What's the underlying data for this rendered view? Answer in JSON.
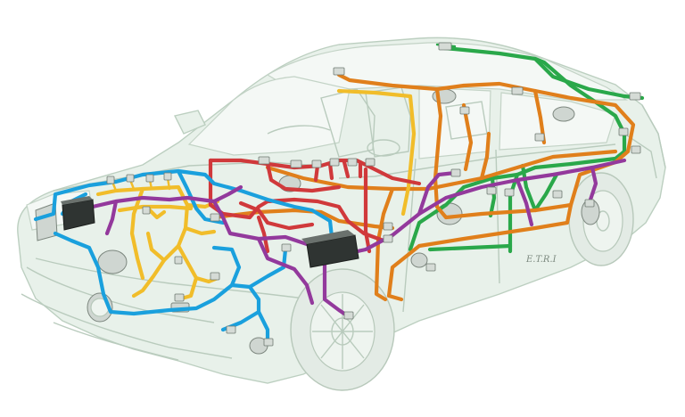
{
  "diagram": {
    "signature_text": "E.T.R.I",
    "colors": {
      "background": "#ffffff",
      "car_body": "#e8f1ea",
      "car_outline": "#bccfc0",
      "wire_green": "#2aa84a",
      "wire_orange": "#e07f1b",
      "wire_yellow": "#f1bd2a",
      "wire_red": "#d0393b",
      "wire_blue": "#1aa0dd",
      "wire_purple": "#93399c",
      "control_unit": "#2f3432"
    },
    "harnesses": [
      {
        "id": "roof-harness",
        "color": "green"
      },
      {
        "id": "body-rear-harness",
        "color": "orange"
      },
      {
        "id": "engine-bay-harness",
        "color": "yellow"
      },
      {
        "id": "dashboard-harness",
        "color": "red"
      },
      {
        "id": "front-lighting-harness",
        "color": "blue"
      },
      {
        "id": "main-floor-harness",
        "color": "purple"
      }
    ]
  }
}
